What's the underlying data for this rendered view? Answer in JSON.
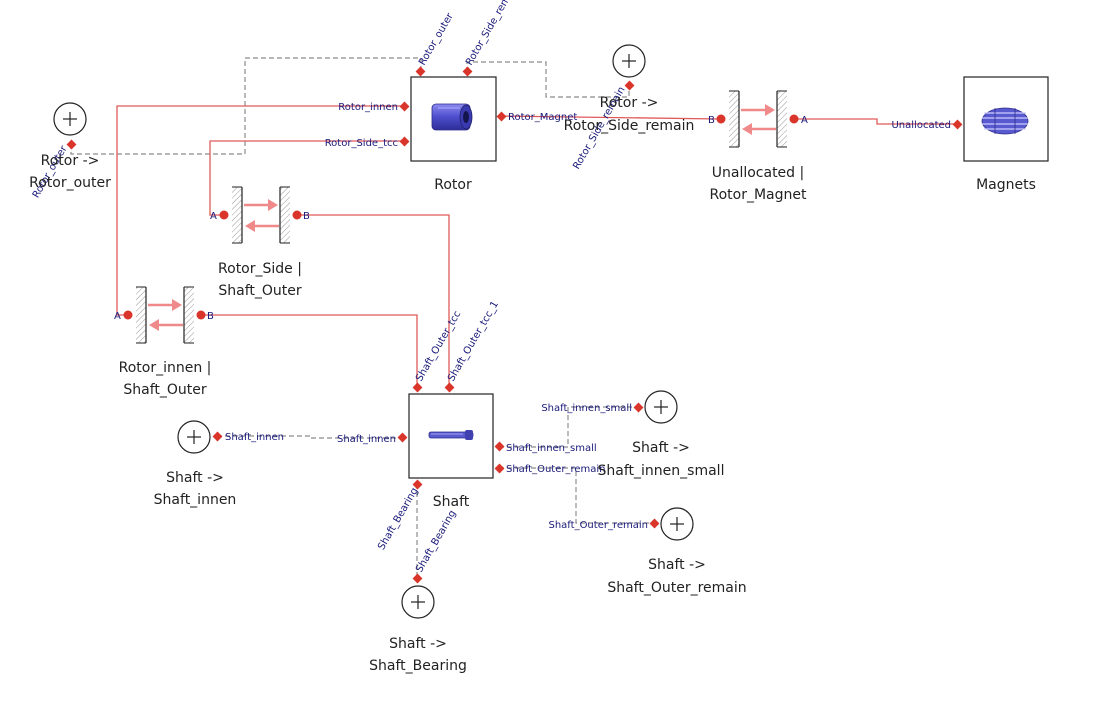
{
  "blocks": {
    "rotor": {
      "label": "Rotor",
      "icon": "rotor-cylinder-icon"
    },
    "magnets": {
      "label": "Magnets",
      "icon": "magnets-icon"
    },
    "shaft": {
      "label": "Shaft",
      "icon": "shaft-icon"
    }
  },
  "joints": {
    "unallocated_rotor_magnet": {
      "line1": "Unallocated |",
      "line2": "Rotor_Magnet",
      "a": "A",
      "b": "B"
    },
    "rotor_side_shaft_outer": {
      "line1": "Rotor_Side |",
      "line2": "Shaft_Outer",
      "a": "A",
      "b": "B"
    },
    "rotor_innen_shaft_outer": {
      "line1": "Rotor_innen |",
      "line2": "Shaft_Outer",
      "a": "A",
      "b": "B"
    }
  },
  "terminals": {
    "rotor_outer": {
      "line1": "Rotor ->",
      "line2": "Rotor_outer",
      "port": "Rotor_outer"
    },
    "rotor_side_remain": {
      "line1": "Rotor ->",
      "line2": "Rotor_Side_remain",
      "port": "Rotor_Side_remain"
    },
    "shaft_innen": {
      "line1": "Shaft ->",
      "line2": "Shaft_innen",
      "port": "Shaft_innen"
    },
    "shaft_innen_small": {
      "line1": "Shaft ->",
      "line2": "Shaft_innen_small",
      "port": "Shaft_innen_small"
    },
    "shaft_outer_remain": {
      "line1": "Shaft ->",
      "line2": "Shaft_Outer_remain",
      "port": "Shaft_Outer_remain"
    },
    "shaft_bearing": {
      "line1": "Shaft ->",
      "line2": "Shaft_Bearing",
      "port": "Shaft_Bearing"
    }
  },
  "ports": {
    "rotor": {
      "outer": "Rotor_outer",
      "side_remain": "Rotor_Side_remain",
      "innen": "Rotor_innen",
      "side_tcc": "Rotor_Side_tcc",
      "magnet": "Rotor_Magnet"
    },
    "magnets": {
      "unallocated": "Unallocated"
    },
    "shaft": {
      "outer_tcc": "Shaft_Outer_tcc",
      "outer_tcc_1": "Shaft_Outer_tcc_1",
      "innen": "Shaft_innen",
      "innen_small": "Shaft_innen_small",
      "outer_remain": "Shaft_Outer_remain",
      "bearing": "Shaft_Bearing"
    }
  },
  "colors": {
    "solid_connection": "#e05a5a",
    "dashed_connection": "#8c8c8c",
    "port": "#d9352b",
    "port_label": "#1a1a7a",
    "part_icon": "#5a5ad0"
  }
}
